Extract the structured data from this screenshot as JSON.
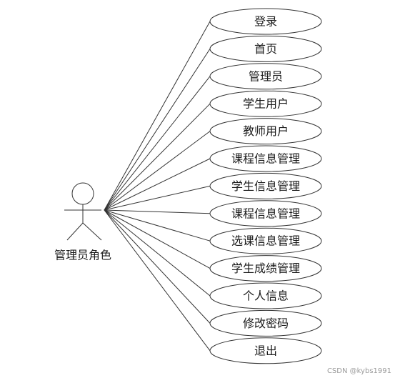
{
  "actor": {
    "label": "管理员角色"
  },
  "use_cases": [
    {
      "label": "登录"
    },
    {
      "label": "首页"
    },
    {
      "label": "管理员"
    },
    {
      "label": "学生用户"
    },
    {
      "label": "教师用户"
    },
    {
      "label": "课程信息管理"
    },
    {
      "label": "学生信息管理"
    },
    {
      "label": "课程信息管理"
    },
    {
      "label": "选课信息管理"
    },
    {
      "label": "学生成绩管理"
    },
    {
      "label": "个人信息"
    },
    {
      "label": "修改密码"
    },
    {
      "label": "退出"
    }
  ],
  "watermark": "CSDN @kybs1991",
  "colors": {
    "stroke": "#333333",
    "text": "#1a1a1a",
    "watermark": "#9a9a9a"
  }
}
